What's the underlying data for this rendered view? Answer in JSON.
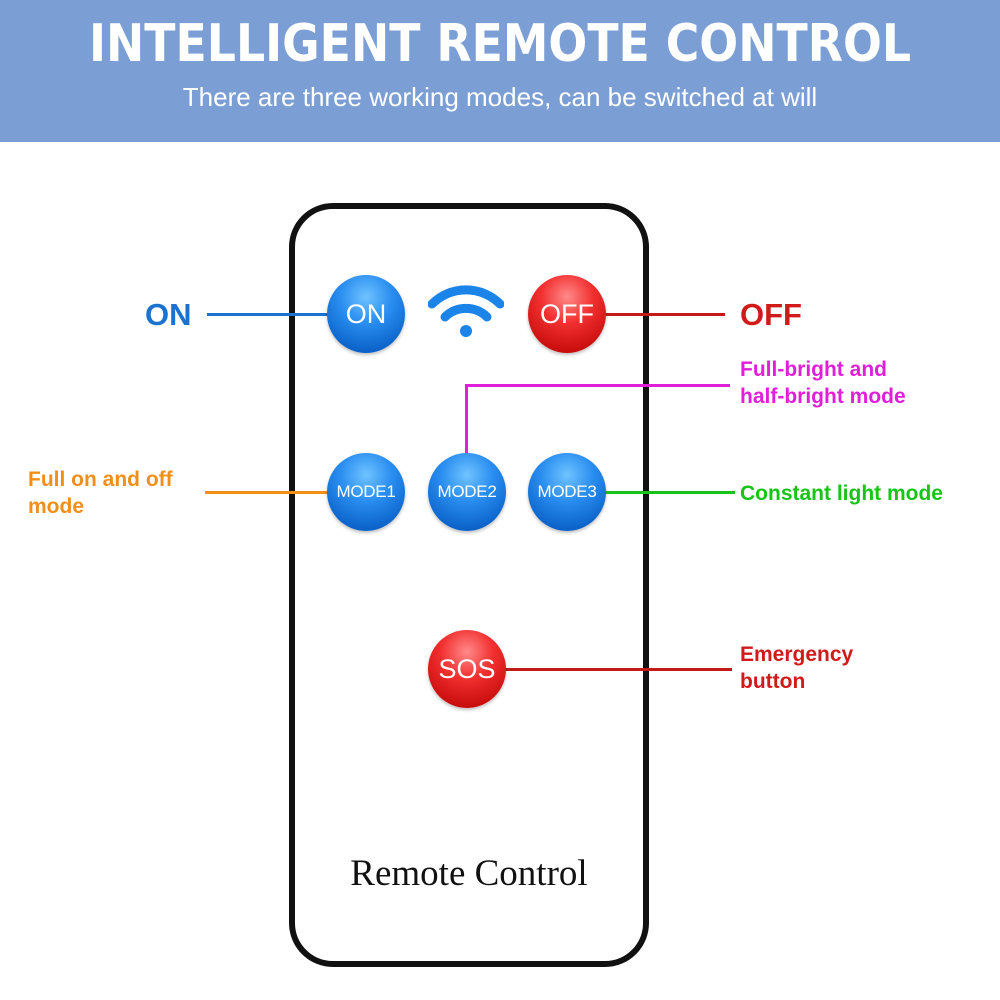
{
  "banner": {
    "title": "INTELLIGENT REMOTE CONTROL",
    "subtitle": "There are three working modes, can be switched at will"
  },
  "remote": {
    "label": "Remote Control",
    "buttons": {
      "on": "ON",
      "off": "OFF",
      "mode1": "MODE1",
      "mode2": "MODE2",
      "mode3": "MODE3",
      "sos": "SOS"
    },
    "signal_icon": "wifi-icon"
  },
  "callouts": {
    "on": {
      "text": "ON",
      "color": "#1a73d1"
    },
    "off": {
      "text": "OFF",
      "color": "#d11a1a"
    },
    "mode1_line1": "Full on and off",
    "mode1_line2": "mode",
    "mode1_color": "#f0901a",
    "mode2_line1": "Full-bright and",
    "mode2_line2": "half-bright mode",
    "mode2_color": "#e020d8",
    "mode3": {
      "text": "Constant light mode",
      "color": "#18c418"
    },
    "sos_line1": "Emergency",
    "sos_line2": "button",
    "sos_color": "#d11a1a"
  },
  "colors": {
    "banner": "#7b9fd4",
    "button_blue": "#1a7ee0",
    "button_red": "#e01e1e"
  }
}
